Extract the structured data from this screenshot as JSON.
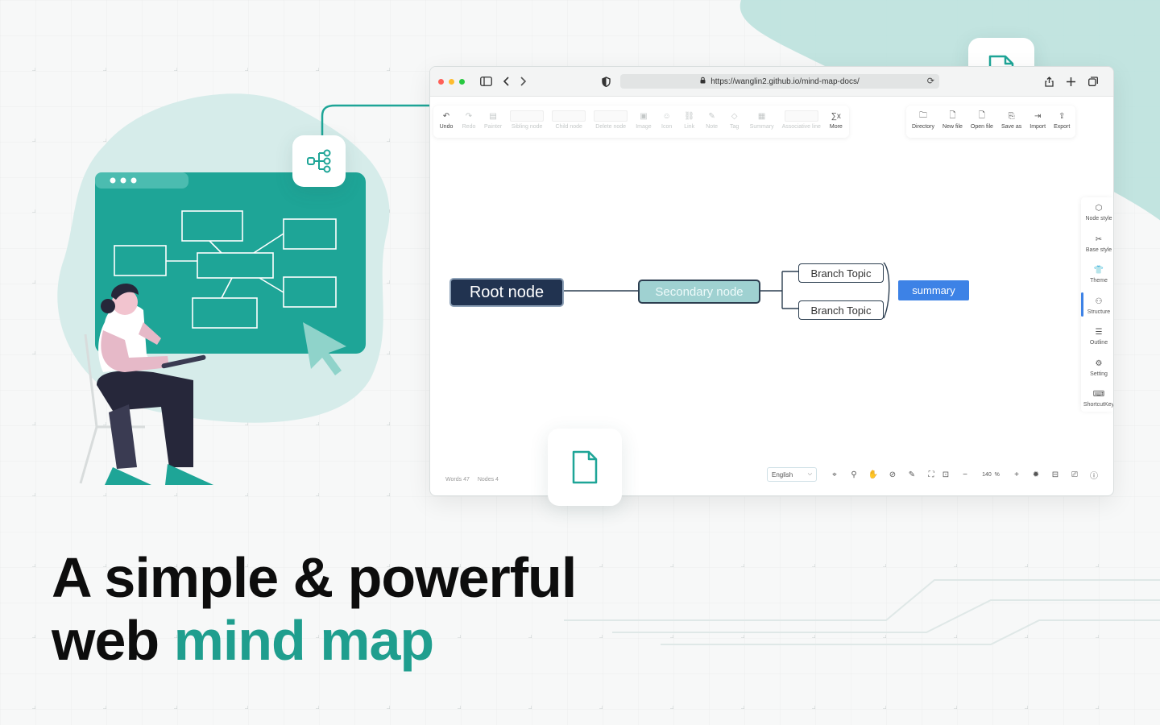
{
  "browser": {
    "url": "https://wanglin2.github.io/mind-map-docs/",
    "traffic_colors": [
      "#ff5f57",
      "#febc2e",
      "#28c840"
    ]
  },
  "toolbar": {
    "groups": [
      [
        {
          "label": "Undo",
          "icon": "undo-icon",
          "glyph": "↶",
          "enabled": true
        },
        {
          "label": "Redo",
          "icon": "redo-icon",
          "glyph": "↷",
          "enabled": false
        },
        {
          "label": "Painter",
          "icon": "painter-icon",
          "glyph": "▤",
          "enabled": false
        },
        {
          "label": "Sibling node",
          "icon": "sibling-node-icon",
          "glyph": "",
          "enabled": false,
          "box": true
        },
        {
          "label": "Child node",
          "icon": "child-node-icon",
          "glyph": "",
          "enabled": false,
          "box": true
        },
        {
          "label": "Delete node",
          "icon": "delete-node-icon",
          "glyph": "",
          "enabled": false,
          "box": true
        },
        {
          "label": "Image",
          "icon": "image-icon",
          "glyph": "▣",
          "enabled": false
        },
        {
          "label": "Icon",
          "icon": "smile-icon",
          "glyph": "☺",
          "enabled": false
        },
        {
          "label": "Link",
          "icon": "link-icon",
          "glyph": "⛓",
          "enabled": false
        },
        {
          "label": "Note",
          "icon": "note-icon",
          "glyph": "✎",
          "enabled": false
        },
        {
          "label": "Tag",
          "icon": "tag-icon",
          "glyph": "◇",
          "enabled": false
        },
        {
          "label": "Summary",
          "icon": "summary-icon",
          "glyph": "▦",
          "enabled": false
        },
        {
          "label": "Associative line",
          "icon": "associative-line-icon",
          "glyph": "",
          "enabled": false,
          "box": true
        },
        {
          "label": "More",
          "icon": "formula-icon",
          "glyph": "∑x",
          "enabled": true
        }
      ],
      [
        {
          "label": "Directory",
          "icon": "folder-icon",
          "glyph": "🗀",
          "enabled": true
        },
        {
          "label": "New file",
          "icon": "new-file-icon",
          "glyph": "🗋",
          "enabled": true
        },
        {
          "label": "Open file",
          "icon": "open-file-icon",
          "glyph": "🗋",
          "enabled": true
        },
        {
          "label": "Save as",
          "icon": "save-as-icon",
          "glyph": "⎘",
          "enabled": true
        },
        {
          "label": "Import",
          "icon": "import-icon",
          "glyph": "⇥",
          "enabled": true
        },
        {
          "label": "Export",
          "icon": "export-icon",
          "glyph": "⇪",
          "enabled": true
        }
      ]
    ]
  },
  "mindmap": {
    "root": "Root node",
    "secondary": "Secondary node",
    "branches": [
      "Branch Topic",
      "Branch Topic"
    ],
    "summary": "summary"
  },
  "sidebar": [
    {
      "label": "Node style",
      "icon": "node-style-icon",
      "glyph": "⬡"
    },
    {
      "label": "Base style",
      "icon": "base-style-icon",
      "glyph": "✂"
    },
    {
      "label": "Theme",
      "icon": "theme-icon",
      "glyph": "👕"
    },
    {
      "label": "Structure",
      "icon": "structure-icon",
      "glyph": "⚇",
      "active": true
    },
    {
      "label": "Outline",
      "icon": "outline-icon",
      "glyph": "☰"
    },
    {
      "label": "Setting",
      "icon": "setting-icon",
      "glyph": "⚙"
    },
    {
      "label": "ShortcutKey",
      "icon": "keyboard-icon",
      "glyph": "⌨"
    }
  ],
  "footer": {
    "words_label": "Words",
    "words_count": "47",
    "nodes_label": "Nodes",
    "nodes_count": "4",
    "language": "English",
    "zoom": "140",
    "zoom_unit": "%"
  },
  "headline": {
    "line1": "A simple & powerful",
    "line2_prefix": "web ",
    "line2_accent": "mind map"
  },
  "colors": {
    "accent": "#1f9e8e",
    "board": "#1ea597",
    "blob": "#d6ecea",
    "root_fill": "#213350",
    "secondary_fill": "#9fd1d1",
    "summary_fill": "#3d82e6"
  }
}
